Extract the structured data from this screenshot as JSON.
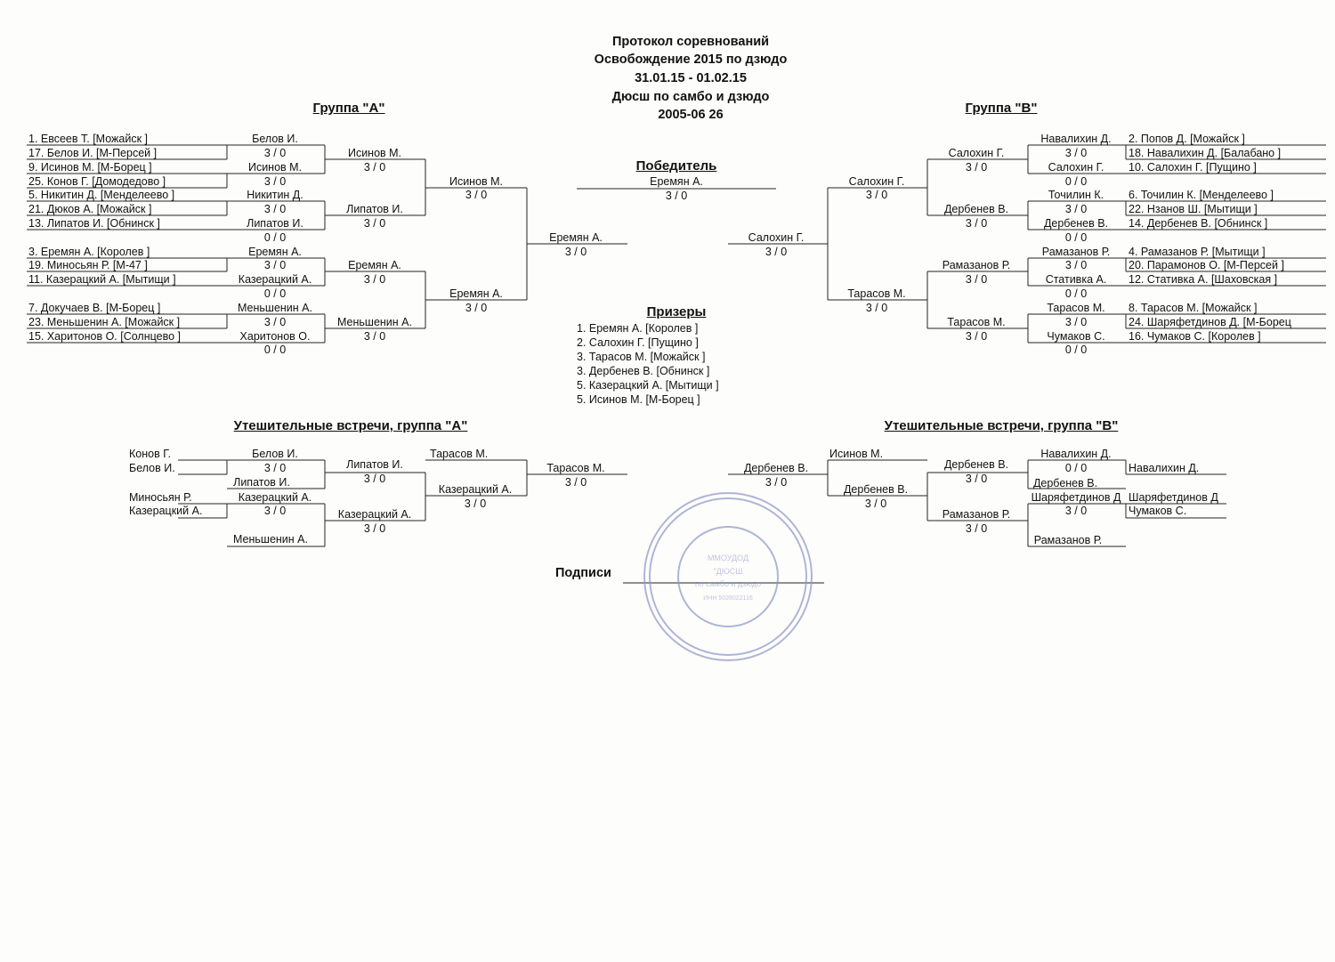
{
  "header": {
    "title": "Протокол соревнований",
    "event": "Освобождение 2015 по дзюдо",
    "dates": "31.01.15 - 01.02.15",
    "organizer": "Дюсш по самбо и дзюдо",
    "category": "2005-06 26"
  },
  "group_a": {
    "heading": "Группа  \"А\"",
    "entrants": [
      "1. Евсеев Т.  [Можайск   ]",
      "17. Белов И.  [М-Персей   ]",
      "9. Исинов М.  [М-Борец   ]",
      "25. Конов Г.  [Домодедово   ]",
      "5. Никитин Д.  [Менделеево   ]",
      "21. Дюков А.  [Можайск   ]",
      "13. Липатов И.  [Обнинск   ]",
      "3. Еремян А.  [Королев   ]",
      "19. Миносьян Р.  [М-47   ]",
      "11. Казерацкий А.  [Мытищи   ]",
      "7. Докучаев В.  [М-Борец   ]",
      "23. Меньшенин А.  [Можайск   ]",
      "15. Харитонов О.  [Солнцево   ]"
    ],
    "round1": [
      {
        "name": "Белов И.",
        "score": "3  /  0"
      },
      {
        "name": "Исинов М.",
        "score": "3  /  0"
      },
      {
        "name": "Никитин Д.",
        "score": "3  /  0"
      },
      {
        "name": "Липатов И.",
        "score": "0  /  0"
      },
      {
        "name": "Еремян А.",
        "score": "3  /  0"
      },
      {
        "name": "Казерацкий А.",
        "score": "0  /  0"
      },
      {
        "name": "Меньшенин А.",
        "score": "3  /  0"
      },
      {
        "name": "Харитонов О.",
        "score": "0  /  0"
      }
    ],
    "round2": [
      {
        "name": "Исинов М.",
        "score": "3  /  0"
      },
      {
        "name": "Липатов И.",
        "score": "3  /  0"
      },
      {
        "name": "Еремян А.",
        "score": "3  /  0"
      },
      {
        "name": "Меньшенин А.",
        "score": "3  /  0"
      }
    ],
    "round3": [
      {
        "name": "Исинов М.",
        "score": "3  /  0"
      },
      {
        "name": "Еремян А.",
        "score": "3  /  0"
      }
    ],
    "final": {
      "name": "Еремян А.",
      "score": "3  /  0"
    }
  },
  "group_b": {
    "heading": "Группа  \"В\"",
    "entrants": [
      "2. Попов Д.  [Можайск   ]",
      "18. Навалихин Д.  [Балабано   ]",
      "10. Салохин Г.  [Пущино   ]",
      "6. Точилин К.  [Менделеево   ]",
      "22. Нзанов Ш.  [Мытищи   ]",
      "14. Дербенев В.  [Обнинск   ]",
      "4. Рамазанов Р.  [Мытищи   ]",
      "20. Парамонов О.  [М-Персей   ]",
      "12. Стативка А.  [Шаховская   ]",
      "8. Тарасов М.  [Можайск   ]",
      "24. Шаряфетдинов Д.  [М-Борец",
      "16. Чумаков С.  [Королев   ]"
    ],
    "round1": [
      {
        "name": "Навалихин Д.",
        "score": "3  /  0"
      },
      {
        "name": "Салохин Г.",
        "score": "0  /  0"
      },
      {
        "name": "Точилин К.",
        "score": "3  /  0"
      },
      {
        "name": "Дербенев В.",
        "score": "0  /  0"
      },
      {
        "name": "Рамазанов Р.",
        "score": "3  /  0"
      },
      {
        "name": "Стативка А.",
        "score": "0  /  0"
      },
      {
        "name": "Тарасов М.",
        "score": "3  /  0"
      },
      {
        "name": "Чумаков С.",
        "score": "0  /  0"
      }
    ],
    "round2": [
      {
        "name": "Салохин Г.",
        "score": "3  /  0"
      },
      {
        "name": "Дербенев В.",
        "score": "3  /  0"
      },
      {
        "name": "Рамазанов Р.",
        "score": "3  /  0"
      },
      {
        "name": "Тарасов М.",
        "score": "3  /  0"
      }
    ],
    "round3": [
      {
        "name": "Салохин Г.",
        "score": "3  /  0"
      },
      {
        "name": "Тарасов М.",
        "score": "3  /  0"
      }
    ],
    "final": {
      "name": "Салохин Г.",
      "score": "3  /  0"
    }
  },
  "winner": {
    "heading": "Победитель",
    "name": "Еремян А.",
    "score": "3  /  0"
  },
  "prizewinners": {
    "heading": "Призеры",
    "list": [
      "1. Еремян А.    [Королев    ]",
      "2. Салохин Г.    [Пущино    ]",
      "3. Тарасов М.    [Можайск    ]",
      "3. Дербенев В.    [Обнинск    ]",
      "5. Казерацкий А.    [Мытищи    ]",
      "5. Исинов М.    [М-Борец    ]"
    ]
  },
  "consolation_a": {
    "heading": "Утешительные встречи, группа \"А\"",
    "entrants": [
      "Конов Г.",
      "Белов И.",
      "Миносьян Р.",
      "Казерацкий А."
    ],
    "m1": {
      "name": "Белов И.",
      "score": "3  /  0"
    },
    "m2_top": "Липатов И.",
    "m3": {
      "name": "Казерацкий А.",
      "score": "3  /  0"
    },
    "m4_bottom": "Меньшенин А.",
    "r2a": {
      "name": "Липатов И.",
      "score": "3  /  0"
    },
    "r2b": {
      "name": "Казерацкий А.",
      "score": "3  /  0"
    },
    "r3_top": "Тарасов М.",
    "r3": {
      "name": "Казерацкий А.",
      "score": "3  /  0"
    },
    "final": {
      "name": "Тарасов М.",
      "score": "3  /  0"
    }
  },
  "consolation_b": {
    "heading": "Утешительные встречи, группа \"В\"",
    "entrants": [
      "Навалихин Д.",
      "Шаряфетдинов Д",
      "Чумаков С."
    ],
    "m1": {
      "name": "Навалихин Д.",
      "score": "0  /  0"
    },
    "m1_bottom": "Дербенев В.",
    "m2": {
      "name": "Шаряфетдинов Д",
      "score": "3  /  0"
    },
    "m2_bottom": "Рамазанов Р.",
    "r2a": {
      "name": "Дербенев В.",
      "score": "3  /  0"
    },
    "r2b": {
      "name": "Рамазанов Р.",
      "score": "3  /  0"
    },
    "r3_top": "Исинов М.",
    "r3": {
      "name": "Дербенев В.",
      "score": "3  /  0"
    },
    "final": {
      "name": "Дербенев В.",
      "score": "3  /  0"
    }
  },
  "signatures": {
    "label": "Подписи"
  },
  "colors": {
    "ink": "#111111",
    "stamp": "#8f97c9"
  }
}
